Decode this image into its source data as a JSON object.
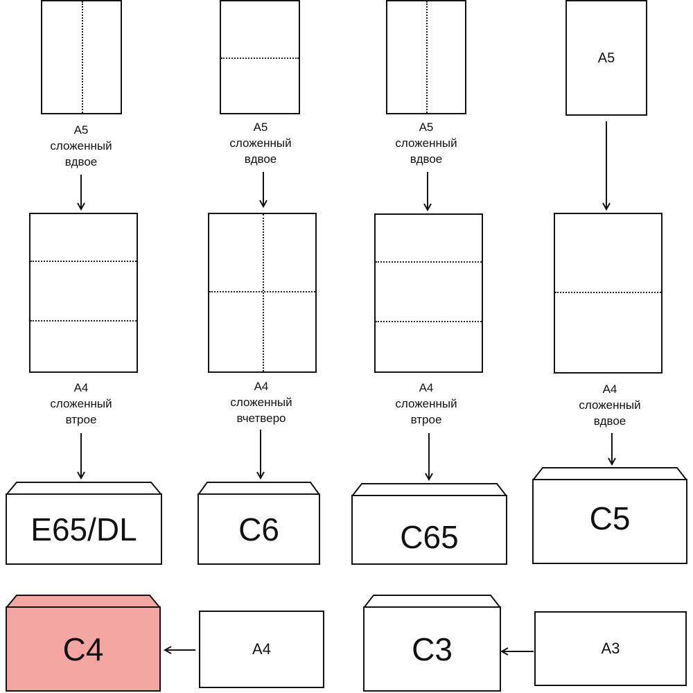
{
  "columns": [
    {
      "top_sheet": {
        "label": ""
      },
      "top_caption": [
        "A5",
        "сложенный",
        "вдвое"
      ],
      "mid_caption": [
        "A4",
        "сложенный",
        "втрое"
      ],
      "envelope": "E65/DL"
    },
    {
      "top_sheet": {
        "label": ""
      },
      "top_caption": [
        "A5",
        "сложенный",
        "вдвое"
      ],
      "mid_caption": [
        "A4",
        "сложенный",
        "вчетверо"
      ],
      "envelope": "C6"
    },
    {
      "top_sheet": {
        "label": ""
      },
      "top_caption": [
        "A5",
        "сложенный",
        "вдвое"
      ],
      "mid_caption": [
        "A4",
        "сложенный",
        "втрое"
      ],
      "envelope": "C65"
    },
    {
      "top_sheet": {
        "label": "A5"
      },
      "top_caption": [],
      "mid_caption": [
        "A4",
        "сложенный",
        "вдвое"
      ],
      "envelope": "C5"
    }
  ],
  "bottom_row": {
    "c4_envelope": "C4",
    "a4_sheet": "A4",
    "c3_envelope": "C3",
    "a3_sheet": "A3"
  },
  "colors": {
    "highlight": "#f4a6a3",
    "line": "#111111"
  }
}
